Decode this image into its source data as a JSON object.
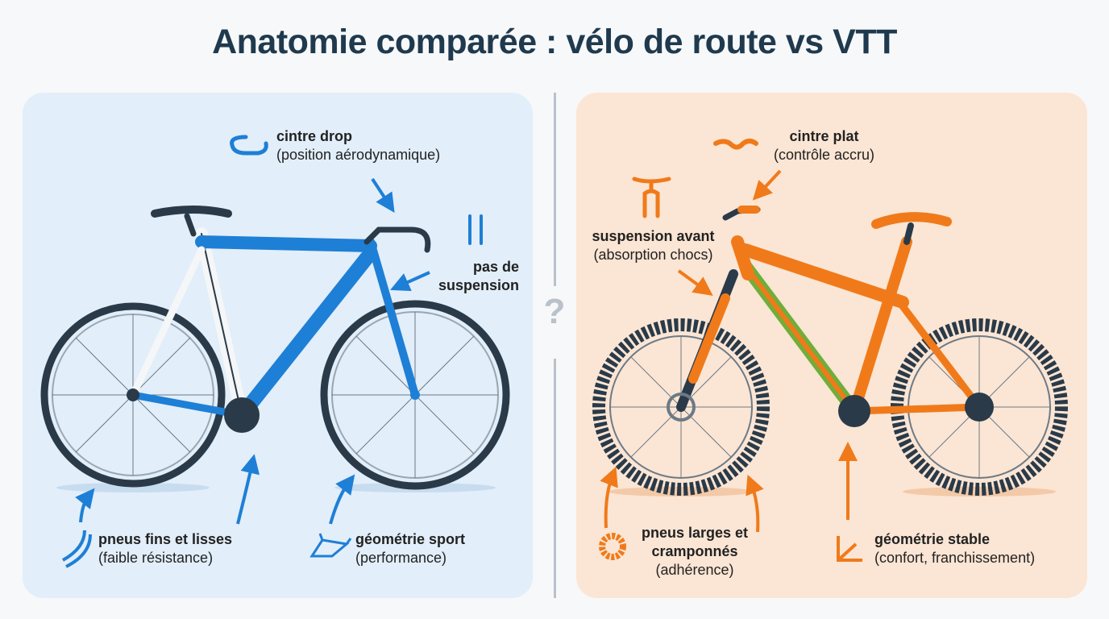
{
  "title": "Anatomie comparée : vélo de route vs VTT",
  "divider_symbol": "?",
  "colors": {
    "road_accent": "#1e7fd6",
    "mtb_accent": "#f07a1a",
    "mtb_secondary": "#6fae3a",
    "title": "#1f3a4e"
  },
  "road": {
    "labels": [
      {
        "title": "cintre drop",
        "subtitle": "(position aérodynamique)",
        "icon": "drop-handlebar-icon"
      },
      {
        "title": "pas de suspension",
        "subtitle": "",
        "icon": "rigid-fork-icon"
      },
      {
        "title": "pneus fins et lisses",
        "subtitle": "(faible résistance)",
        "icon": "thin-tire-icon"
      },
      {
        "title": "géométrie sport",
        "subtitle": "(performance)",
        "icon": "sport-frame-icon"
      }
    ]
  },
  "mtb": {
    "labels": [
      {
        "title": "cintre plat",
        "subtitle": "(contrôle accru)",
        "icon": "flat-handlebar-icon"
      },
      {
        "title": "suspension avant",
        "subtitle": "(absorption chocs)",
        "icon": "suspension-fork-icon"
      },
      {
        "title": "pneus larges et cramponnés",
        "subtitle": "(adhérence)",
        "icon": "knobby-tire-icon"
      },
      {
        "title": "géométrie stable",
        "subtitle": "(confort, franchissement)",
        "icon": "stable-geometry-icon"
      }
    ]
  }
}
